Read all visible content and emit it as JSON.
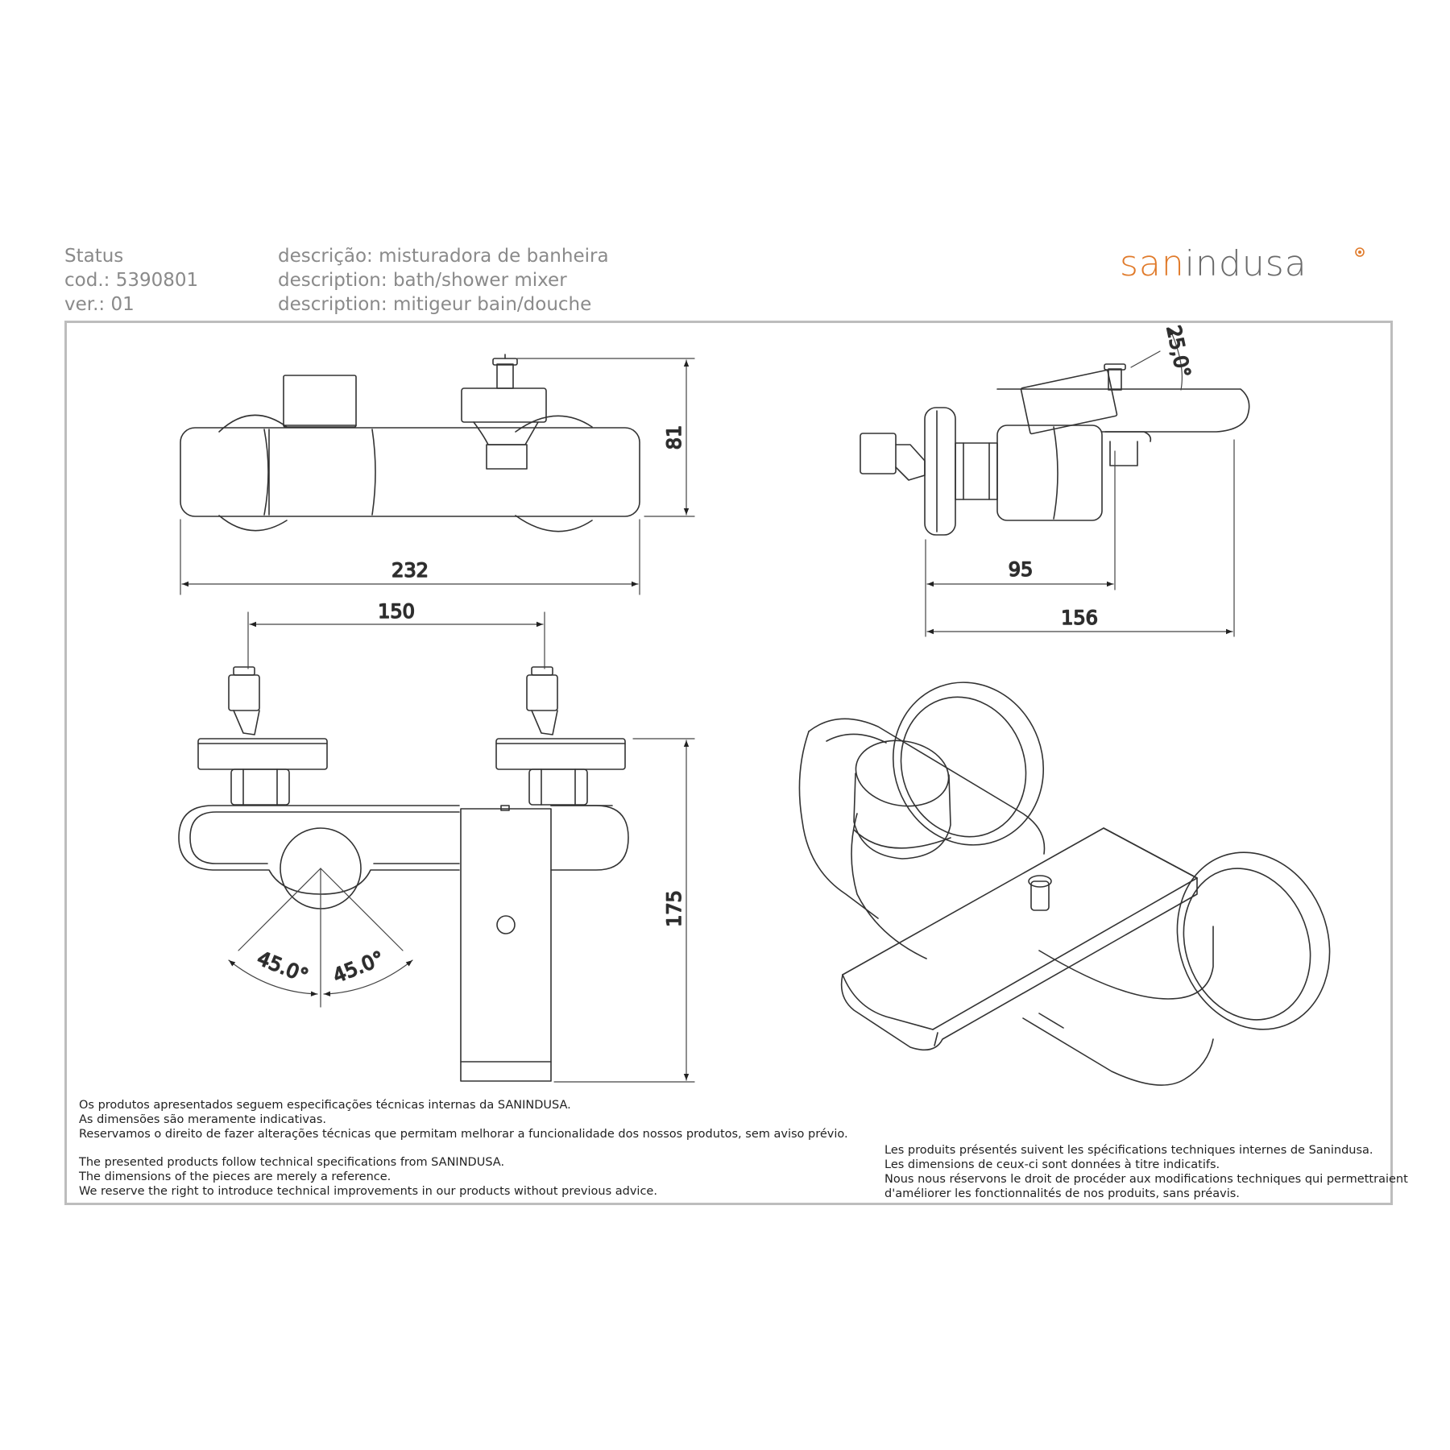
{
  "header": {
    "status_label": "Status",
    "code_line": "cod.: 5390801",
    "version_line": "ver.: 01",
    "description_pt": "descrição: misturadora de banheira",
    "description_en": "description: bath/shower mixer",
    "description_fr": "description: mitigeur bain/douche"
  },
  "logo": {
    "part1": "san",
    "part2": "indusa",
    "color_primary": "#e07a2a",
    "color_secondary": "#6a6a6a"
  },
  "dimensions": {
    "top_width": "232",
    "top_height": "81",
    "side_depth_short": "95",
    "side_depth_long": "156",
    "side_angle": "25,0°",
    "inlet_spacing": "150",
    "front_height": "175",
    "handle_angle_left": "45.0°",
    "handle_angle_right": "45.0°"
  },
  "notes": {
    "pt": [
      "Os produtos apresentados seguem especificações técnicas internas da SANINDUSA.",
      "As dimensões são meramente indicativas.",
      "Reservamos o direito de fazer alterações técnicas que permitam melhorar a funcionalidade dos nossos produtos, sem aviso prévio."
    ],
    "en": [
      "The presented products follow technical specifications from SANINDUSA.",
      "The dimensions of the pieces are merely a reference.",
      "We reserve the right to introduce technical improvements in our products without previous advice."
    ],
    "fr": [
      "Les produits présentés suivent les spécifications techniques internes de Sanindusa.",
      "Les dimensions de ceux-ci sont données à titre indicatifs.",
      "Nous nous réservons le droit de procéder aux modifications techniques qui permettraient",
      "d'améliorer les fonctionnalités de nos produits, sans préavis."
    ]
  }
}
